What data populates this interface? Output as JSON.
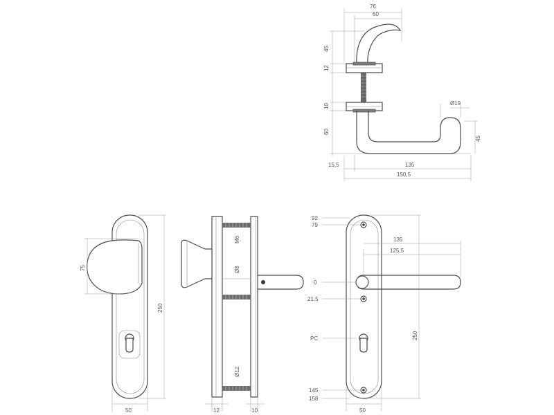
{
  "drawing": {
    "top_view": {
      "width_76": "76",
      "width_60": "60",
      "height_45": "45",
      "height_12": "12",
      "height_10": "10",
      "height_60": "60",
      "diam_19": "Ø19",
      "grip_45": "45",
      "offset_15_5": "15,5",
      "length_135": "135",
      "total_150_5": "150,5"
    },
    "front_knob": {
      "knob_75": "75",
      "plate_height_250": "250",
      "plate_width_50": "50"
    },
    "side_view": {
      "thread_m6": "M6",
      "spindle_8": "Ø8",
      "screw_12": "Ø12",
      "left_12": "12",
      "right_10": "10"
    },
    "front_lever": {
      "top_92": "92",
      "top_79": "79",
      "lever_135": "135",
      "lever_125_5": "125,5",
      "zero": "0",
      "hole_21_5": "21,5",
      "pc": "PC",
      "bot_145": "145",
      "bot_158": "158",
      "plate_height_250": "250",
      "plate_width_50": "50"
    }
  }
}
